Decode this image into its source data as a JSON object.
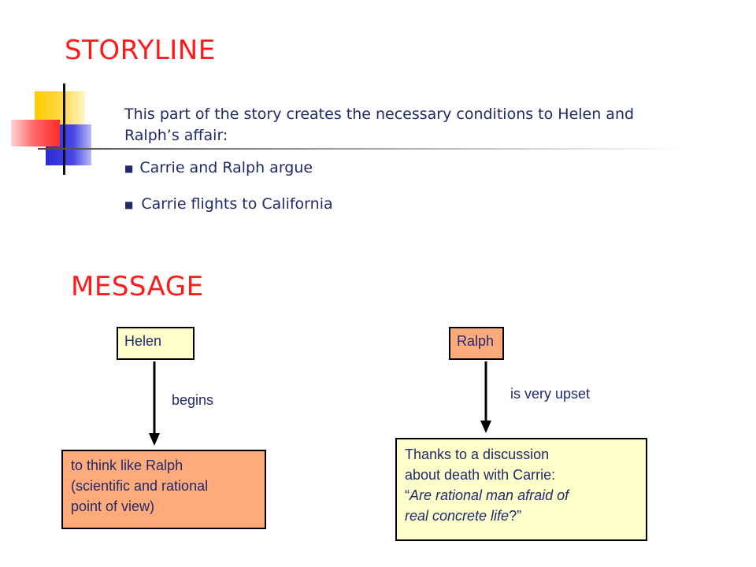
{
  "storyline": {
    "title": "STORYLINE",
    "intro": "This part of the story creates the necessary conditions to Helen and Ralph’s affair:",
    "bullets": [
      "Carrie and Ralph argue",
      "Carrie flights to California"
    ],
    "bullet_marker": "■"
  },
  "message": {
    "title": "MESSAGE",
    "helen": {
      "name": "Helen",
      "relation": "begins",
      "result_lines": [
        "to think like  Ralph",
        "(scientific and rational",
        "point of view)"
      ]
    },
    "ralph": {
      "name": "Ralph",
      "relation": "is very upset",
      "result_lines": [
        "Thanks to a discussion",
        "about death with Carrie:"
      ],
      "quote_open": "“",
      "quote_italic_1": "Are rational man afraid of",
      "quote_italic_2": "real concrete life",
      "quote_close": "?”"
    }
  },
  "colors": {
    "heading": "#ff1a1a",
    "text": "#1f2a6b",
    "yellow_box": "#ffffcc",
    "orange_box": "#ffaa7a"
  }
}
